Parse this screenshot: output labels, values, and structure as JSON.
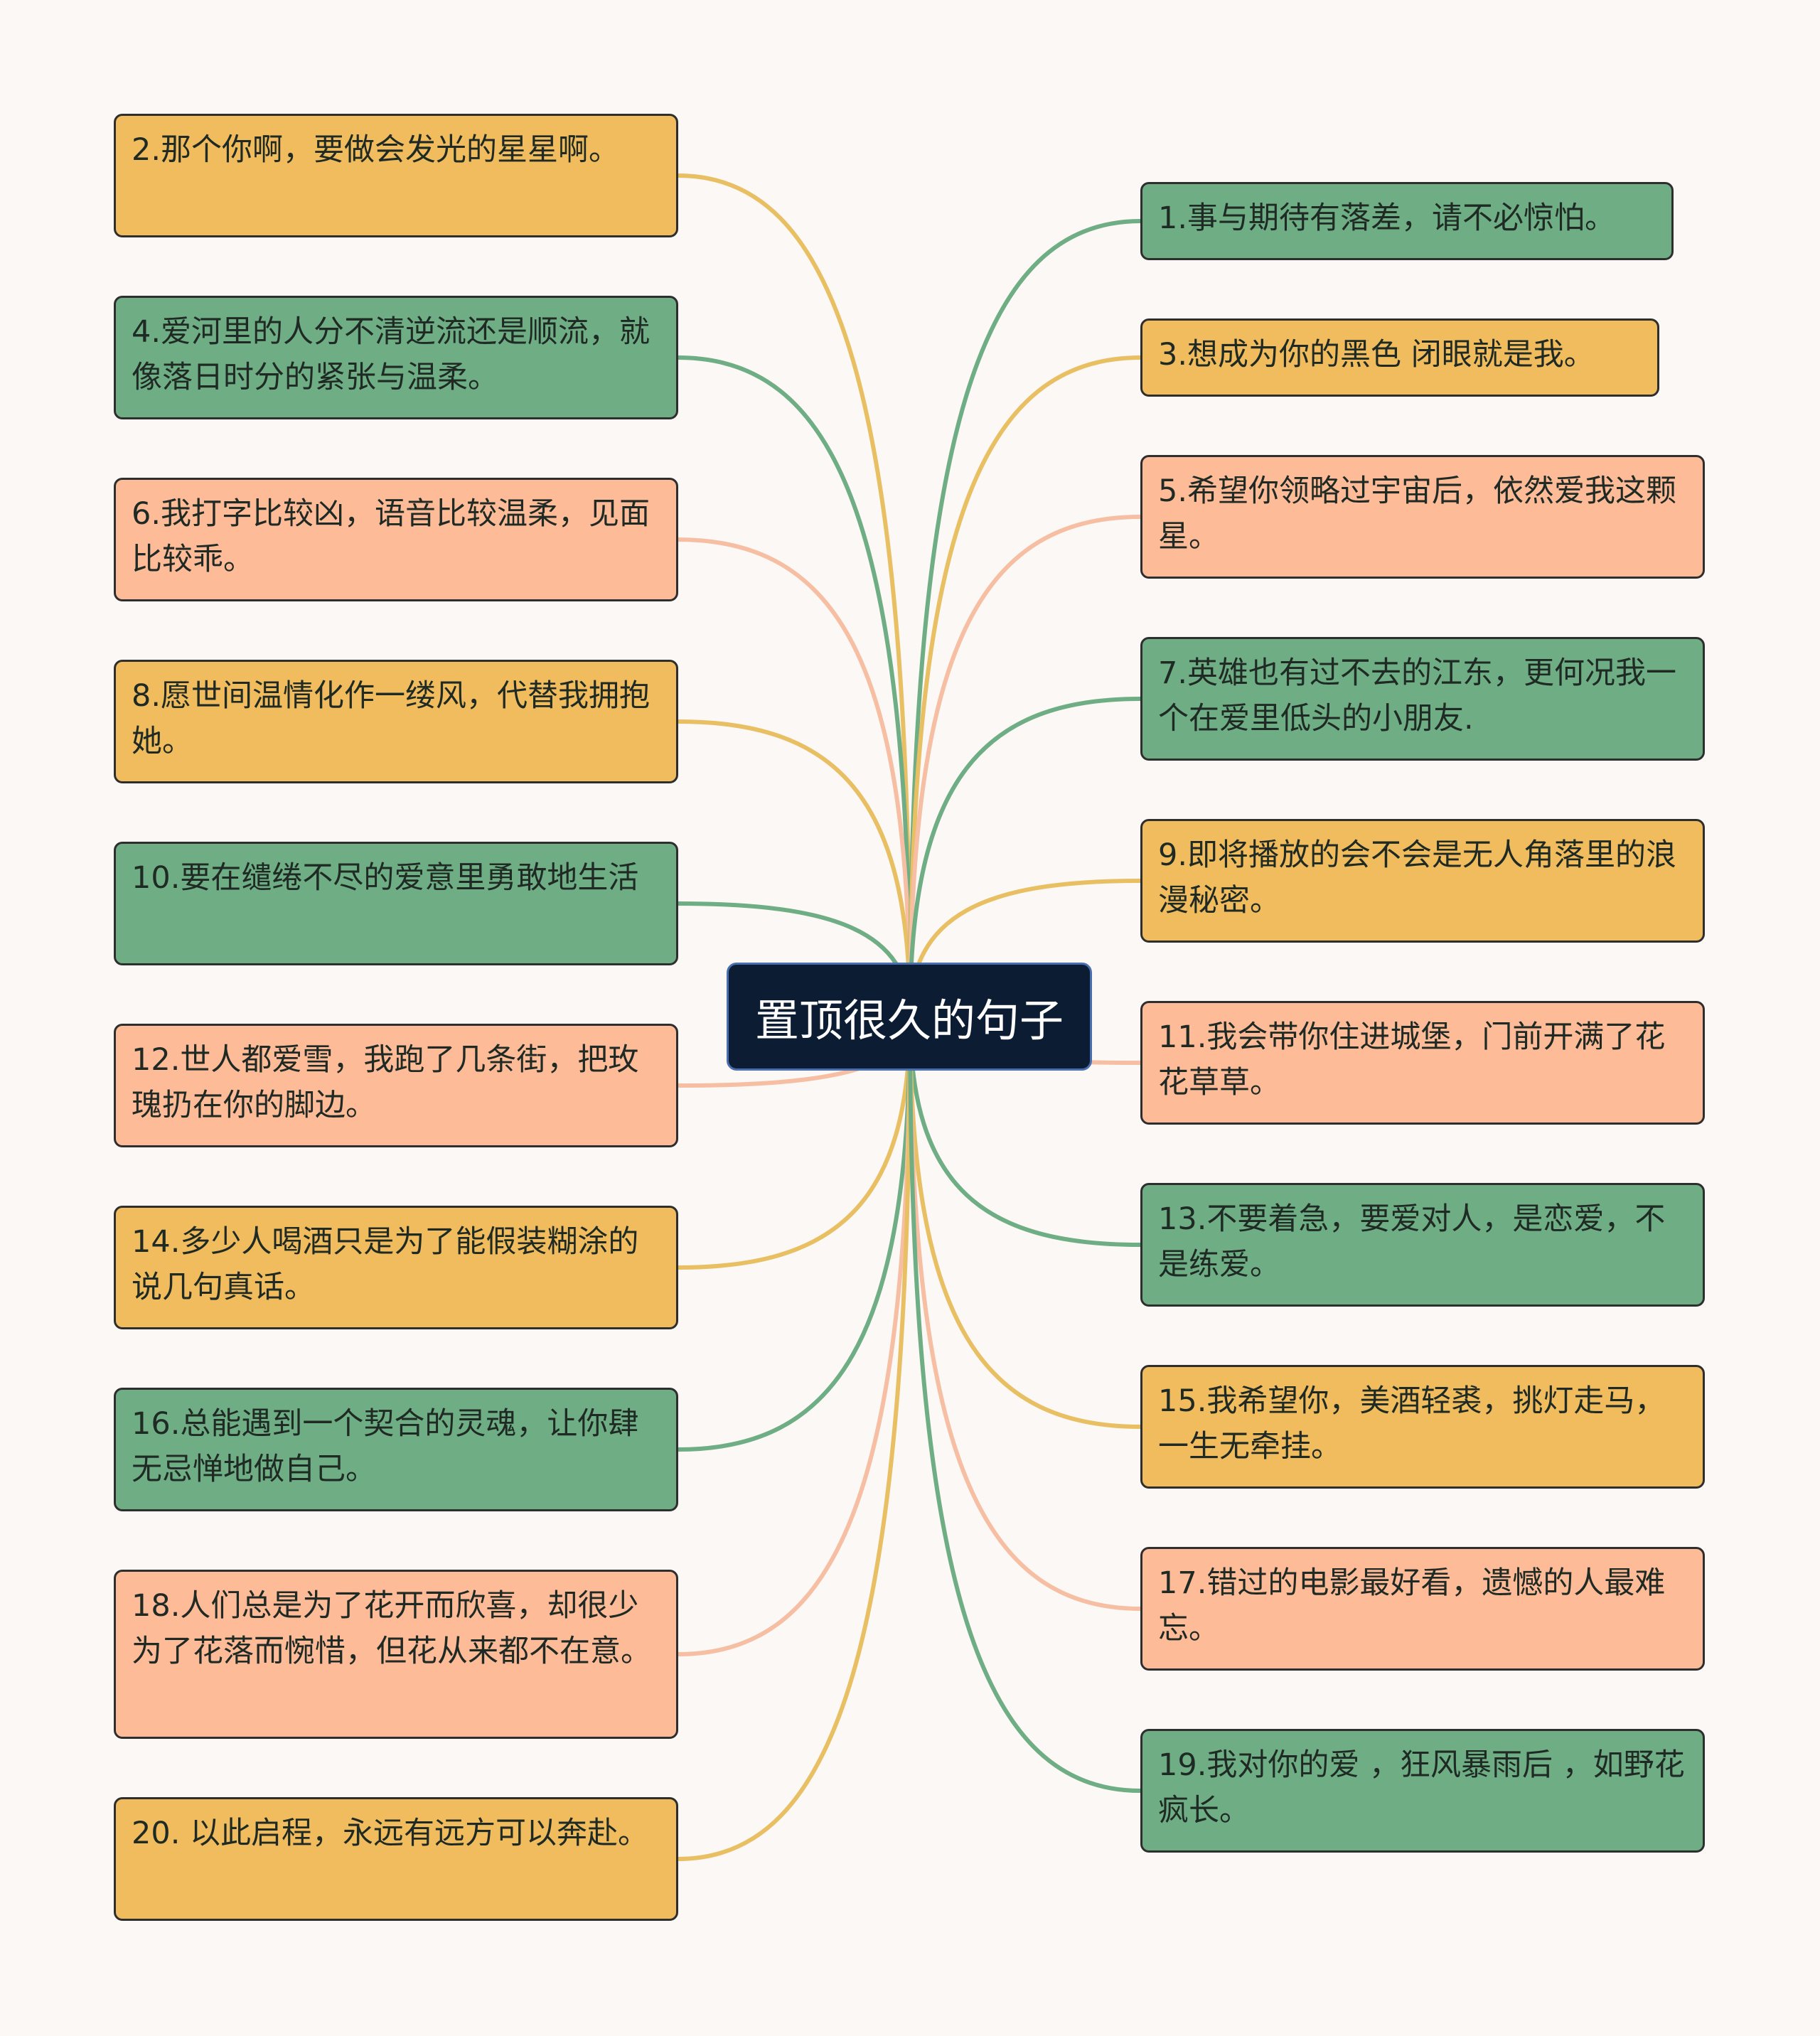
{
  "root": {
    "label": "置顶很久的句子"
  },
  "colors": {
    "yellow": "#f0bc5e",
    "green": "#6fae85",
    "peach": "#fdbb98",
    "root": "#0c1d33",
    "background": "#fcf8f5"
  },
  "left_nodes": [
    {
      "text": "2.那个你啊，要做会发光的星星啊。",
      "color": "yellow"
    },
    {
      "text": "4.爱河里的人分不清逆流还是顺流，就像落日时分的紧张与温柔。",
      "color": "green"
    },
    {
      "text": "6.我打字比较凶，语音比较温柔，见面比较乖。",
      "color": "peach"
    },
    {
      "text": "8.愿世间温情化作一缕风，代替我拥抱她。",
      "color": "yellow"
    },
    {
      "text": "10.要在缱绻不尽的爱意里勇敢地生活",
      "color": "green"
    },
    {
      "text": "12.世人都爱雪，我跑了几条街，把玫瑰扔在你的脚边。",
      "color": "peach"
    },
    {
      "text": "14.多少人喝酒只是为了能假装糊涂的说几句真话。",
      "color": "yellow"
    },
    {
      "text": "16.总能遇到一个契合的灵魂，让你肆无忌惮地做自己。",
      "color": "green"
    },
    {
      "text": "18.人们总是为了花开而欣喜，却很少为了花落而惋惜，但花从来都不在意。",
      "color": "peach"
    },
    {
      "text": "20. 以此启程，永远有远方可以奔赴。",
      "color": "yellow"
    }
  ],
  "right_nodes": [
    {
      "text": "1.事与期待有落差，请不必惊怕。",
      "color": "green"
    },
    {
      "text": "3.想成为你的黑色 闭眼就是我。",
      "color": "yellow"
    },
    {
      "text": "5.希望你领略过宇宙后，依然爱我这颗星。",
      "color": "peach"
    },
    {
      "text": "7.英雄也有过不去的江东，更何况我一个在爱里低头的小朋友.",
      "color": "green"
    },
    {
      "text": "9.即将播放的会不会是无人角落里的浪漫秘密。",
      "color": "yellow"
    },
    {
      "text": "11.我会带你住进城堡，门前开满了花花草草。",
      "color": "peach"
    },
    {
      "text": "13.不要着急，要爱对人，是恋爱，不是练爱。",
      "color": "green"
    },
    {
      "text": "15.我希望你，美酒轻裘，挑灯走马，一生无牵挂。",
      "color": "yellow"
    },
    {
      "text": "17.错过的电影最好看，遗憾的人最难忘。",
      "color": "peach"
    },
    {
      "text": "19.我对你的爱 ，狂风暴雨后 ，如野花疯长。",
      "color": "green"
    }
  ]
}
